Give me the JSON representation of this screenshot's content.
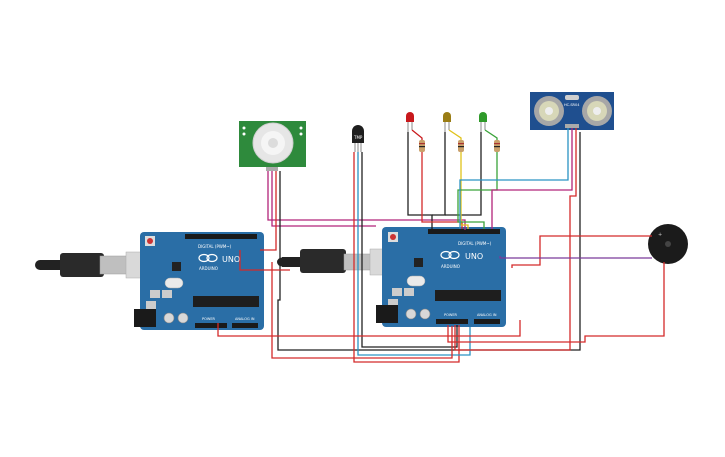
{
  "arduino_left": {
    "brand": "ARDUINO",
    "model": "UNO",
    "digital_label": "DIGITAL (PWM~)",
    "power_label": "POWER",
    "analog_label": "ANALOG IN"
  },
  "arduino_right": {
    "brand": "ARDUINO",
    "model": "UNO",
    "digital_label": "DIGITAL (PWM~)",
    "power_label": "POWER",
    "analog_label": "ANALOG IN"
  },
  "ultrasonic": {
    "model": "HC-SR04"
  },
  "temp_sensor": {
    "label": "TMP"
  },
  "leds": [
    {
      "name": "red",
      "color": "#c8191c"
    },
    {
      "name": "yellow",
      "color": "#9a7d15"
    },
    {
      "name": "green",
      "color": "#2f9a2a"
    }
  ],
  "colors": {
    "board": "#2a6ea6",
    "wire_red": "#d42a2a",
    "wire_black": "#222222",
    "wire_magenta": "#b2247a",
    "wire_blue": "#2a93c4",
    "wire_yellow": "#e0c21a",
    "wire_green": "#3aa33a",
    "wire_purple": "#7a3a9a",
    "pir_green": "#2e8a3c"
  }
}
